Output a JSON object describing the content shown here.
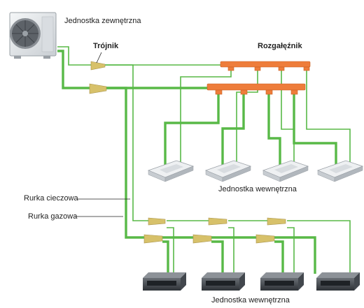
{
  "labels": {
    "outdoor_unit": "Jednostka zewnętrzna",
    "tee": "Trójnik",
    "distributor": "Rozgałęźnik",
    "indoor_units_top": "Jednostka wewnętrzna",
    "indoor_units_bottom": "Jednostka wewnętrzna",
    "liquid_pipe": "Rurka cieczowa",
    "gas_pipe": "Rurka gazowa"
  },
  "colors": {
    "gas_pipe": "#58b947",
    "liquid_pipe": "#58b947",
    "distributor": "#ee7d3b",
    "tee": "#d7c16a",
    "unit_body": "#e9ecef"
  },
  "icons": [
    "outdoor-unit-icon",
    "cassette-unit-icon",
    "ducted-unit-icon",
    "tee-fitting-icon",
    "distributor-header-icon"
  ]
}
